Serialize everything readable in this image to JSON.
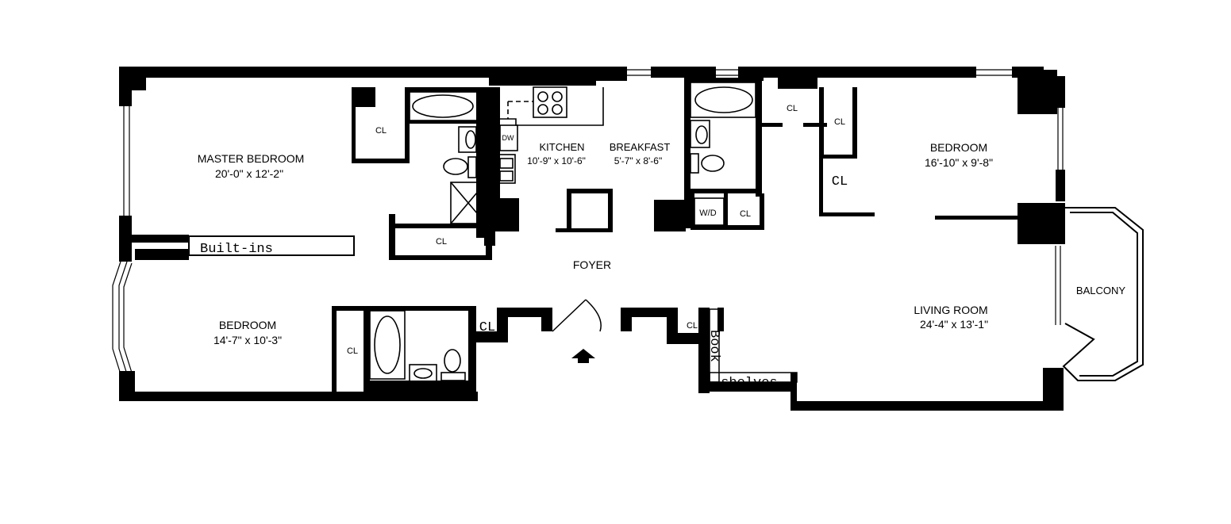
{
  "rooms": {
    "master_bedroom": {
      "name": "MASTER BEDROOM",
      "dims": "20'-0\" x 12'-2\""
    },
    "kitchen": {
      "name": "KITCHEN",
      "dims": "10'-9\" x 10'-6\""
    },
    "breakfast": {
      "name": "BREAKFAST",
      "dims": "5'-7\" x 8'-6\""
    },
    "bedroom_east": {
      "name": "BEDROOM",
      "dims": "16'-10\" x 9'-8\""
    },
    "bedroom_west": {
      "name": "BEDROOM",
      "dims": "14'-7\" x 10'-3\""
    },
    "living_room": {
      "name": "LIVING ROOM",
      "dims": "24'-4\" x 13'-1\""
    },
    "foyer": {
      "name": "FOYER"
    },
    "balcony": {
      "name": "BALCONY"
    }
  },
  "labels": {
    "closet": "CL",
    "dishwasher": "DW",
    "washer_dryer": "W/D",
    "built_ins": "Built-ins",
    "book": "Book",
    "shelves": "-shelves-"
  },
  "colors": {
    "wall": "#000000",
    "background": "#ffffff"
  }
}
